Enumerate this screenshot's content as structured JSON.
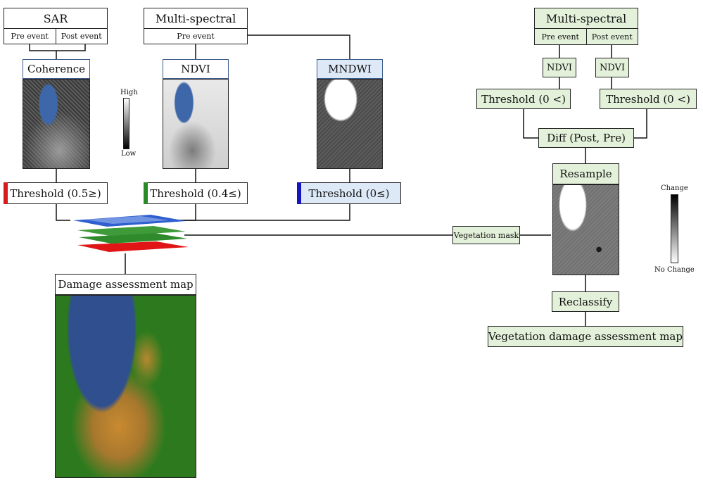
{
  "sar": {
    "title": "SAR",
    "pre": "Pre event",
    "post": "Post event"
  },
  "ms_left": {
    "title": "Multi-spectral",
    "pre": "Pre event"
  },
  "coherence": {
    "title": "Coherence",
    "threshold": "Threshold (0.5≥)",
    "color": "#d51d1d"
  },
  "ndvi_left": {
    "title": "NDVI",
    "threshold": "Threshold (0.4≤)",
    "color": "#2a8a2a"
  },
  "mndwi": {
    "title": "MNDWI",
    "threshold": "Threshold (0≤)",
    "color": "#1515c0"
  },
  "legend_bw": {
    "high": "High",
    "low": "Low"
  },
  "damage_map": {
    "title": "Damage assessment map"
  },
  "vegetation_mask": "Vegetation mask",
  "ms_right": {
    "title": "Multi-spectral",
    "pre": "Pre event",
    "post": "Post event",
    "ndvi_pre": "NDVI",
    "ndvi_post": "NDVI",
    "threshold_pre": "Threshold (0 <)",
    "threshold_post": "Threshold (0 <)",
    "diff": "Diff (Post, Pre)",
    "resample": "Resample",
    "reclassify": "Reclassify",
    "output": "Vegetation damage assessment map"
  },
  "legend_change": {
    "change": "Change",
    "no_change": "No Change"
  }
}
